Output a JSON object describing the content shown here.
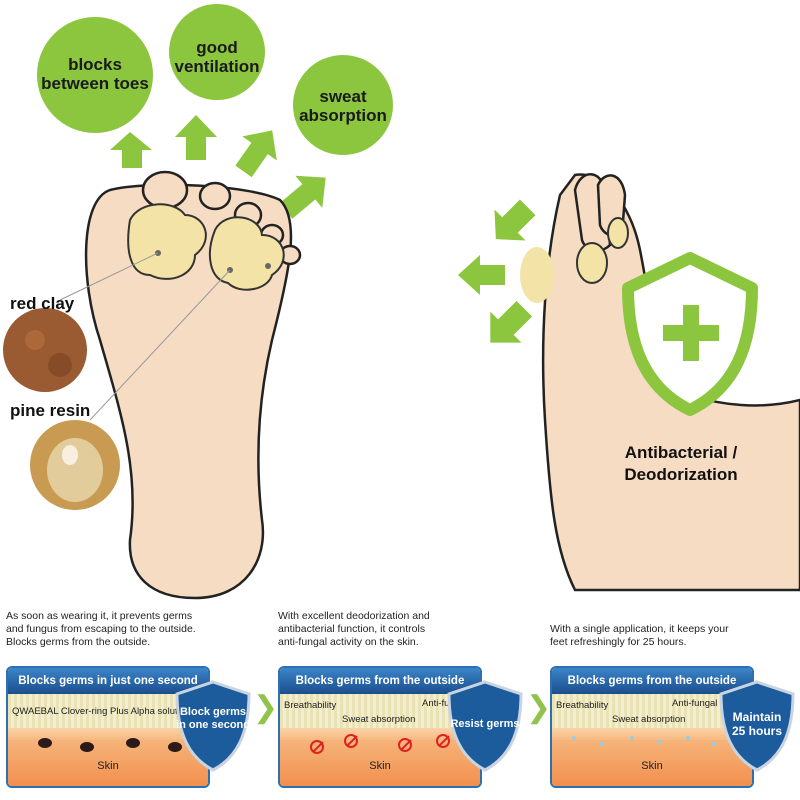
{
  "benefits": {
    "blocks_between_toes": [
      "blocks",
      "between toes"
    ],
    "good_ventilation": [
      "good",
      "ventilation"
    ],
    "sweat_absorption": [
      "sweat",
      "absorption"
    ]
  },
  "materials": {
    "red_clay": "red clay",
    "pine_resin": "pine resin"
  },
  "antibacterial": [
    "Antibacterial /",
    "Deodorization"
  ],
  "colors": {
    "accent_green": "#8cc63f",
    "skin": "#f7dcc4",
    "pad": "#f4e3a6",
    "panel_blue": "#2d6fb0"
  },
  "panels": [
    {
      "caption": [
        "As soon as wearing it, it prevents germs",
        "and fungus from escaping to the outside.",
        "Blocks germs from the outside."
      ],
      "header": "Blocks germs in just one second",
      "solution_label": "QWAEBAL Clover-ring Plus Alpha solution",
      "skin": "Skin",
      "shield": [
        "Block germs",
        "in one second"
      ]
    },
    {
      "caption": [
        "With excellent deodorization and",
        "antibacterial function, it controls",
        "anti-fungal activity on the skin."
      ],
      "header": "Blocks germs from the outside",
      "breathability": "Breathability",
      "sweat_absorption": "Sweat absorption",
      "anti_fungal": "Anti-fungal",
      "skin": "Skin",
      "shield": [
        "Resist germs"
      ]
    },
    {
      "caption": [
        "With a single application, it keeps your",
        "feet refreshingly for 25 hours."
      ],
      "header": "Blocks germs from the outside",
      "breathability": "Breathability",
      "sweat_absorption": "Sweat absorption",
      "anti_fungal": "Anti-fungal",
      "skin": "Skin",
      "shield": [
        "Maintain",
        "25 hours"
      ]
    }
  ],
  "icons": {
    "arrow": "arrow-icon",
    "shield": "shield-plus-icon",
    "chevron": "chevron-right-icon"
  }
}
